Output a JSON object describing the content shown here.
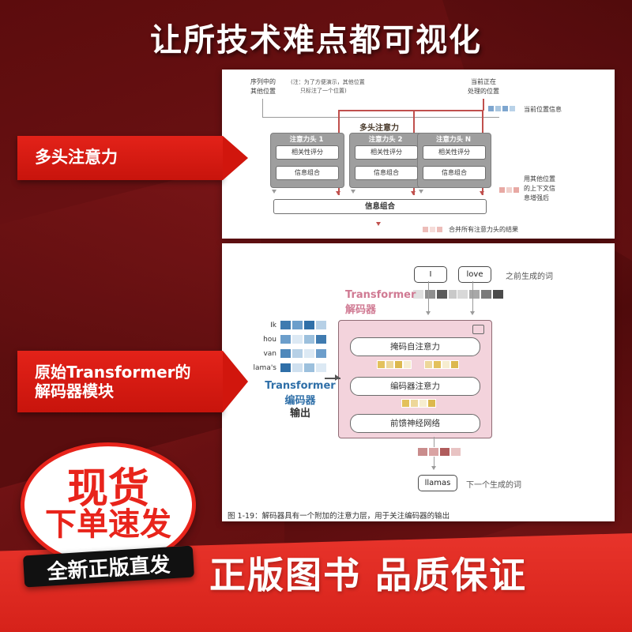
{
  "headline": "让所技术难点都可视化",
  "banners": [
    {
      "label": "多头注意力"
    },
    {
      "line1": "原始Transformer的",
      "line2": "解码器模块"
    }
  ],
  "diagram_a": {
    "note_left": "序列中的\n其他位置",
    "note_left_l1": "序列中的",
    "note_left_l2": "其他位置",
    "note_paren_l1": "(注：为了方便演示，其他位置",
    "note_paren_l2": "只标注了一个位置)",
    "note_right_l1": "当前正在",
    "note_right_l2": "处理的位置",
    "legend_current": "当前位置信息",
    "title": "多头注意力",
    "heads": [
      {
        "label": "注意力头 1",
        "score": "相关性评分",
        "combine": "信息组合"
      },
      {
        "label": "注意力头 2",
        "score": "相关性评分",
        "combine": "信息组合"
      },
      {
        "label": "注意力头 N",
        "score": "相关性评分",
        "combine": "信息组合"
      }
    ],
    "final_combine": "信息组合",
    "side_note_l1": "用其他位置",
    "side_note_l2": "的上下文信",
    "side_note_l3": "息增强后",
    "merge_note": "合并所有注意力头的结果"
  },
  "diagram_b": {
    "prev_tokens": [
      "I",
      "love"
    ],
    "prev_tokens_label": "之前生成的词",
    "decoder_label_en": "Transformer",
    "decoder_label_cn": "解码器",
    "encoder_tokens": [
      "Ik",
      "hou",
      "van",
      "lama's"
    ],
    "encoder_label_en": "Transformer",
    "encoder_label_cn": "编码器",
    "encoder_label_cn2": "输出",
    "layers": [
      "掩码自注意力",
      "编码器注意力",
      "前馈神经网络"
    ],
    "output_token": "llamas",
    "output_label": "下一个生成的词",
    "caption": "图 1-19：解码器具有一个附加的注意力层，用于关注编码器的输出"
  },
  "promo": {
    "circle_line1": "现货",
    "circle_line2": "下单速发",
    "black_tag": "全新正版直发",
    "bottom_text": "正版图书 品质保证"
  },
  "colors": {
    "brand_red": "#e8241b",
    "dark_red": "#5e0b0b",
    "panel_orange": "#f6e2cd",
    "decoder_pink": "#f3d3dc",
    "encoder_blue": "#2f6fa8"
  }
}
